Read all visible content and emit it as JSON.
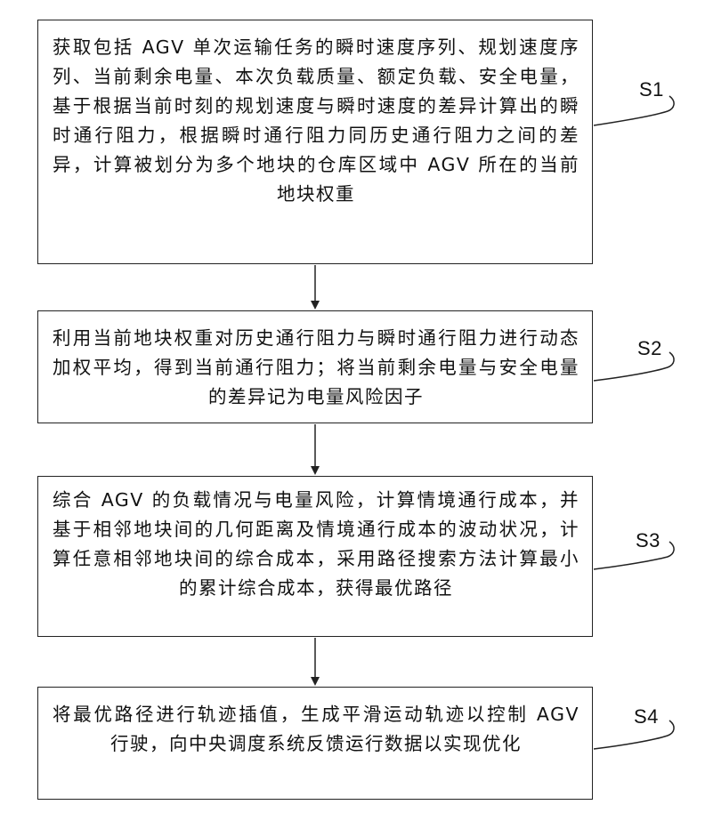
{
  "steps": [
    {
      "label": "S1",
      "text": "获取包括 AGV 单次运输任务的瞬时速度序列、规划速度序列、当前剩余电量、本次负载质量、额定负载、安全电量，基于根据当前时刻的规划速度与瞬时速度的差异计算出的瞬时通行阻力，根据瞬时通行阻力同历史通行阻力之间的差异，计算被划分为多个地块的仓库区域中 AGV 所在的当前地块权重"
    },
    {
      "label": "S2",
      "text": "利用当前地块权重对历史通行阻力与瞬时通行阻力进行动态加权平均，得到当前通行阻力；将当前剩余电量与安全电量的差异记为电量风险因子"
    },
    {
      "label": "S3",
      "text": "综合 AGV 的负载情况与电量风险，计算情境通行成本，并基于相邻地块间的几何距离及情境通行成本的波动状况，计算任意相邻地块间的综合成本，采用路径搜索方法计算最小的累计综合成本，获得最优路径"
    },
    {
      "label": "S4",
      "text": "将最优路径进行轨迹插值，生成平滑运动轨迹以控制 AGV 行驶，向中央调度系统反馈运行数据以实现优化"
    }
  ]
}
